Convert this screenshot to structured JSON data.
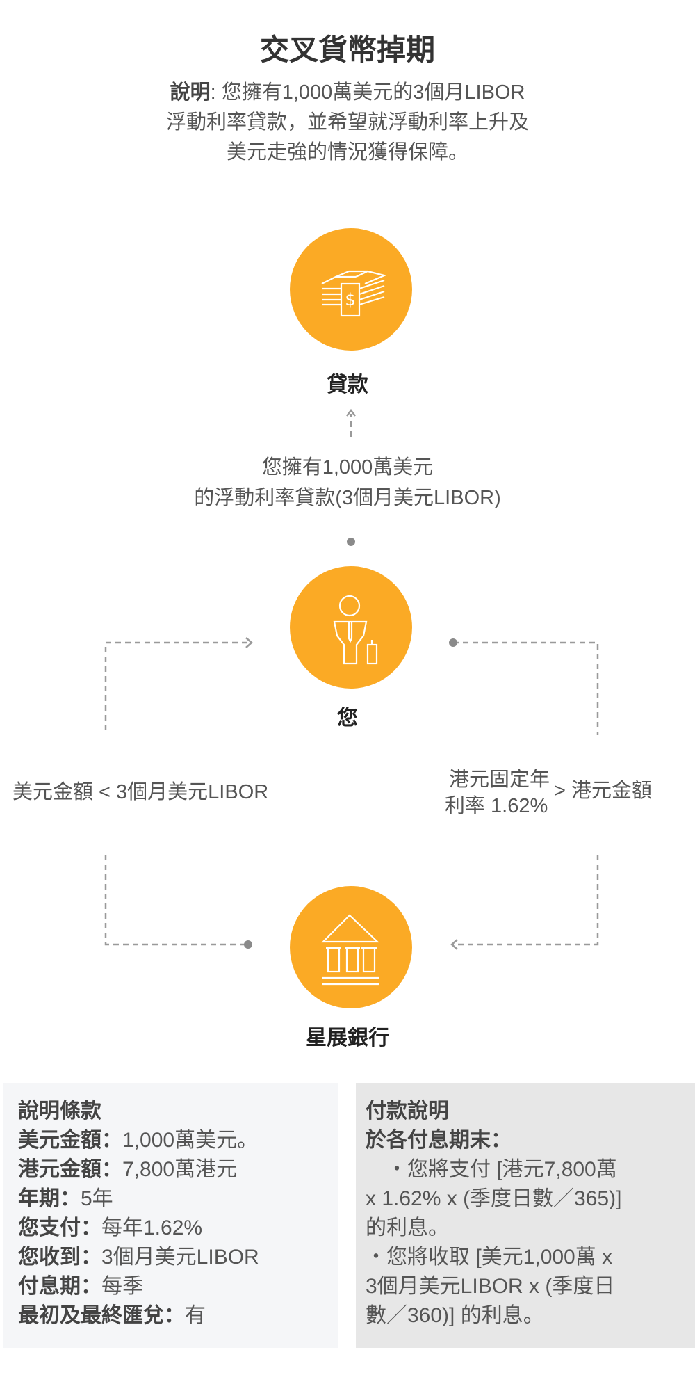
{
  "title": "交叉貨幣掉期",
  "description": {
    "label": "說明",
    "lines": [
      ": 您擁有1,000萬美元的3個月LIBOR",
      "浮動利率貸款，並希望就浮動利率上升及",
      "美元走強的情況獲得保障。"
    ]
  },
  "nodes": {
    "loan": {
      "label": "貸款",
      "icon": "money-stack-icon"
    },
    "you": {
      "label": "您",
      "icon": "businessman-icon"
    },
    "bank": {
      "label": "星展銀行",
      "icon": "bank-building-icon"
    }
  },
  "loan_text": [
    "您擁有1,000萬美元",
    "的浮動利率貸款(3個月美元LIBOR)"
  ],
  "left_flow": "美元金額 < 3個月美元LIBOR",
  "right_flow": {
    "line1": "港元固定年",
    "line2": "利率 1.62%",
    "suffix": "> 港元金額"
  },
  "colors": {
    "accent": "#FBAA25",
    "line": "#9a9a9a"
  },
  "terms": {
    "heading": "說明條款",
    "items": [
      {
        "k": "美元金額：",
        "v": "1,000萬美元。"
      },
      {
        "k": "港元金額：",
        "v": "7,800萬港元"
      },
      {
        "k": "年期：",
        "v": "5年"
      },
      {
        "k": "您支付：",
        "v": "每年1.62%"
      },
      {
        "k": "您收到：",
        "v": "3個月美元LIBOR"
      },
      {
        "k": "付息期：",
        "v": "每季"
      },
      {
        "k": "最初及最終匯兌：",
        "v": "有"
      }
    ]
  },
  "payment": {
    "heading": "付款說明",
    "subheading": "於各付息期末：",
    "lines": [
      "　・您將支付 [港元7,800萬",
      "x 1.62% x (季度日數／365)]",
      "的利息。",
      "・您將收取 [美元1,000萬 x",
      "3個月美元LIBOR x (季度日",
      "數／360)] 的利息。"
    ]
  }
}
